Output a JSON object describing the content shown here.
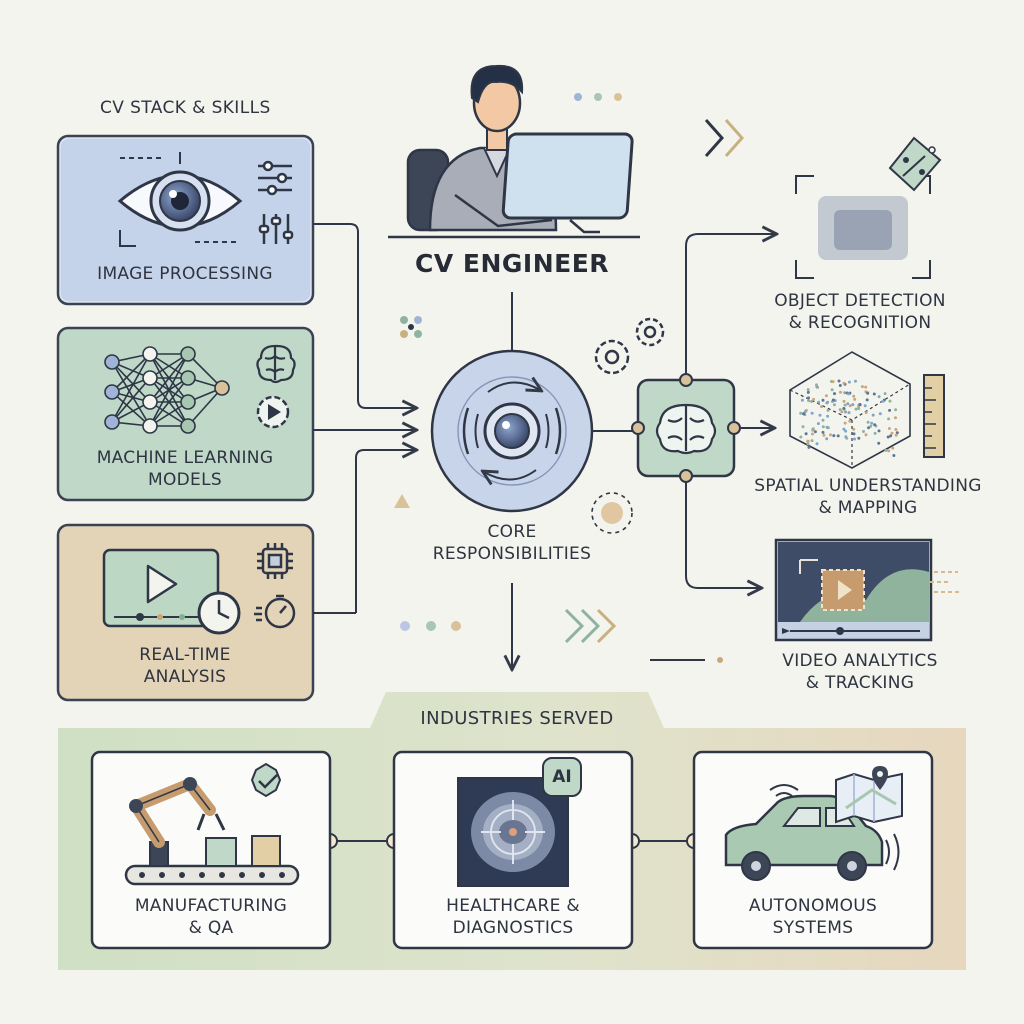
{
  "stack": {
    "heading": "CV STACK & SKILLS",
    "cards": [
      {
        "label": "IMAGE PROCESSING",
        "icon": "eye-icon"
      },
      {
        "label": "MACHINE LEARNING\nMODELS",
        "icon": "neural-network-icon"
      },
      {
        "label": "REAL-TIME\nANALYSIS",
        "icon": "video-player-icon"
      }
    ]
  },
  "engineer": {
    "title": "CV ENGINEER"
  },
  "core": {
    "label": "CORE\nRESPONSIBILITIES",
    "icon": "camera-lens-icon"
  },
  "outputs": [
    {
      "label": "OBJECT DETECTION\n& RECOGNITION",
      "icon": "object-detection-icon"
    },
    {
      "label": "SPATIAL UNDERSTANDING\n& MAPPING",
      "icon": "point-cloud-icon"
    },
    {
      "label": "VIDEO ANALYTICS\n& TRACKING",
      "icon": "video-analytics-icon"
    }
  ],
  "industries": {
    "heading": "INDUSTRIES SERVED",
    "cards": [
      {
        "label": "MANUFACTURING\n& QA",
        "icon": "robot-arm-icon"
      },
      {
        "label": "HEALTHCARE &\nDIAGNOSTICS",
        "icon": "medical-scan-icon",
        "badge": "AI"
      },
      {
        "label": "AUTONOMOUS\nSYSTEMS",
        "icon": "autonomous-car-icon"
      }
    ]
  },
  "colors": {
    "blue_card": "#c5d3ea",
    "green_card": "#bfd8c8",
    "tan_card": "#e3d4b7",
    "outline": "#2f3646",
    "background": "#f4f4ef"
  }
}
